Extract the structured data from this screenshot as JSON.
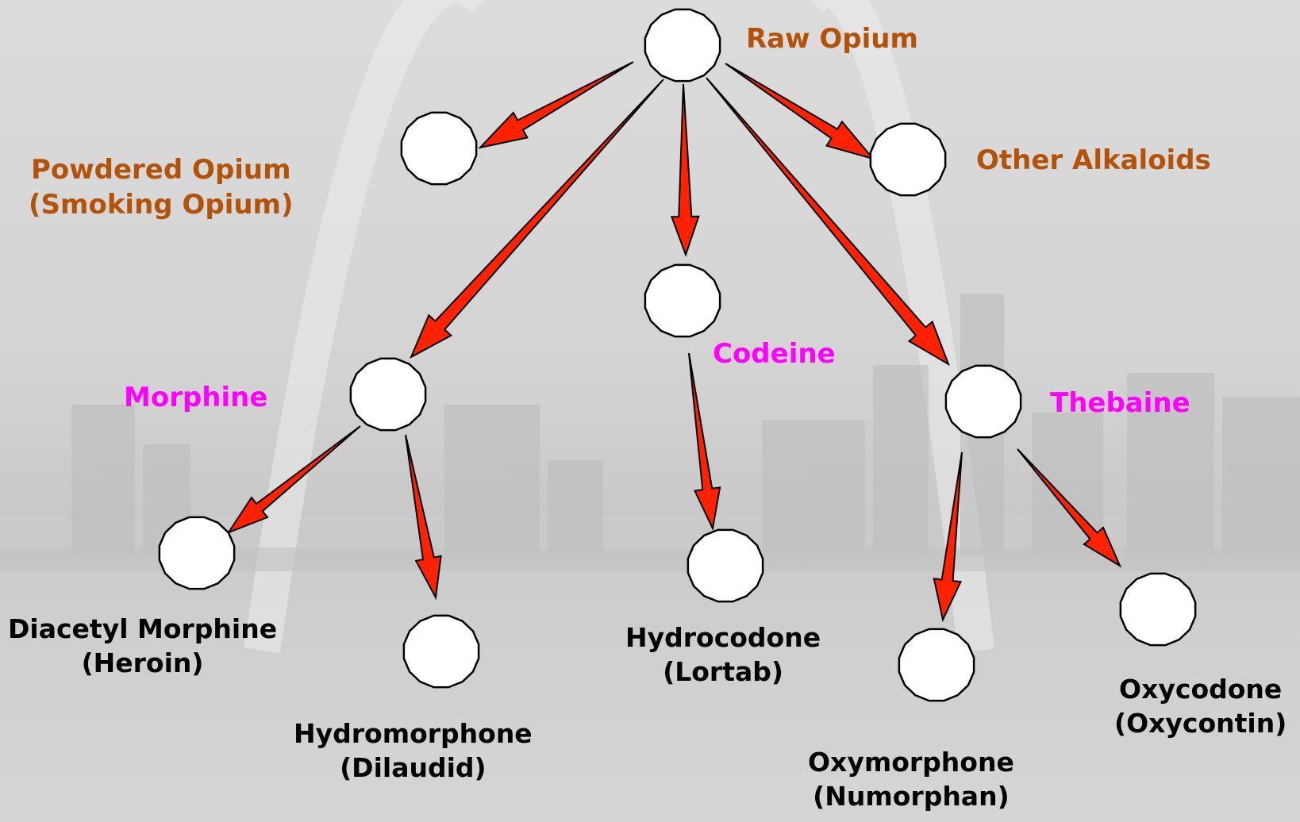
{
  "colors": {
    "primary_label": "#B35309",
    "intermediate_label": "#FF00FF",
    "product_label": "#000000",
    "arrow_fill": "#FF2200",
    "node_fill": "#FFFFFF",
    "node_stroke": "#000000"
  },
  "nodes": {
    "raw_opium": {
      "label": "Raw Opium"
    },
    "powdered_opium": {
      "line1": "Powdered Opium",
      "line2": "(Smoking Opium)"
    },
    "other_alkaloids": {
      "label": "Other Alkaloids"
    },
    "morphine": {
      "label": "Morphine"
    },
    "codeine": {
      "label": "Codeine"
    },
    "thebaine": {
      "label": "Thebaine"
    },
    "heroin": {
      "line1": "Diacetyl Morphine",
      "line2": "(Heroin)"
    },
    "hydromorphone": {
      "line1": "Hydromorphone",
      "line2": "(Dilaudid)"
    },
    "hydrocodone": {
      "line1": "Hydrocodone",
      "line2": "(Lortab)"
    },
    "oxymorphone": {
      "line1": "Oxymorphone",
      "line2": "(Numorphan)"
    },
    "oxycodone": {
      "line1": "Oxycodone",
      "line2": "(Oxycontin)"
    }
  }
}
